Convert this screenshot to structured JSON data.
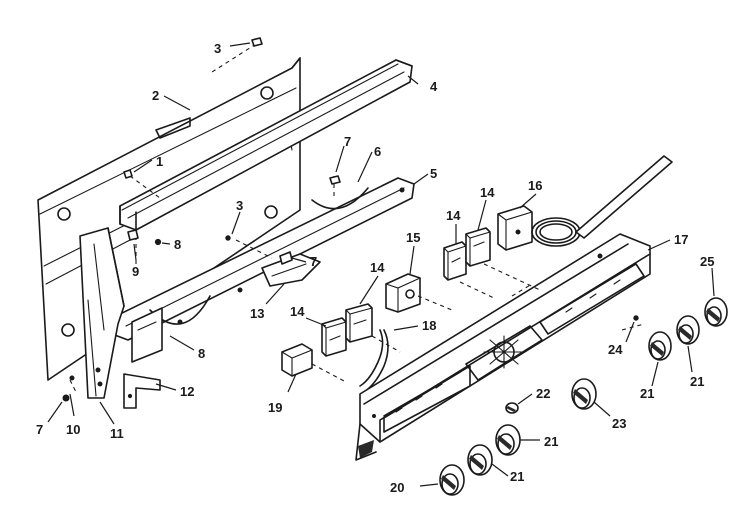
{
  "diagram": {
    "callouts": [
      {
        "id": "c3a",
        "text": "3"
      },
      {
        "id": "c2",
        "text": "2"
      },
      {
        "id": "c4",
        "text": "4"
      },
      {
        "id": "c1",
        "text": "1"
      },
      {
        "id": "c7a",
        "text": "7"
      },
      {
        "id": "c6",
        "text": "6"
      },
      {
        "id": "c5",
        "text": "5"
      },
      {
        "id": "c3b",
        "text": "3"
      },
      {
        "id": "c8a",
        "text": "8"
      },
      {
        "id": "c9",
        "text": "9"
      },
      {
        "id": "c7b",
        "text": "7"
      },
      {
        "id": "c13",
        "text": "13"
      },
      {
        "id": "c8b",
        "text": "8"
      },
      {
        "id": "c12",
        "text": "12"
      },
      {
        "id": "c7c",
        "text": "7"
      },
      {
        "id": "c10",
        "text": "10"
      },
      {
        "id": "c11",
        "text": "11"
      },
      {
        "id": "c14a",
        "text": "14"
      },
      {
        "id": "c14b",
        "text": "14"
      },
      {
        "id": "c16",
        "text": "16"
      },
      {
        "id": "c15",
        "text": "15"
      },
      {
        "id": "c14c",
        "text": "14"
      },
      {
        "id": "c14d",
        "text": "14"
      },
      {
        "id": "c18",
        "text": "18"
      },
      {
        "id": "c19",
        "text": "19"
      },
      {
        "id": "c17",
        "text": "17"
      },
      {
        "id": "c25",
        "text": "25"
      },
      {
        "id": "c24",
        "text": "24"
      },
      {
        "id": "c21a",
        "text": "21"
      },
      {
        "id": "c21b",
        "text": "21"
      },
      {
        "id": "c22",
        "text": "22"
      },
      {
        "id": "c23",
        "text": "23"
      },
      {
        "id": "c21c",
        "text": "21"
      },
      {
        "id": "c21d",
        "text": "21"
      },
      {
        "id": "c20",
        "text": "20"
      }
    ]
  }
}
